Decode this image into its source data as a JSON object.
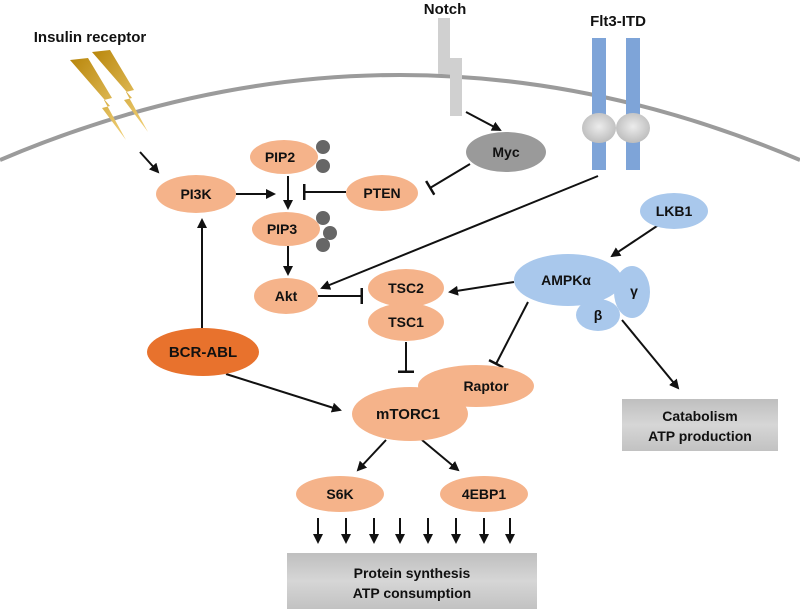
{
  "receptors": {
    "insulin": "Insulin receptor",
    "notch": "Notch",
    "flt3": "Flt3-ITD"
  },
  "nodes": {
    "pi3k": "PI3K",
    "pip2": "PIP2",
    "pip3": "PIP3",
    "pten": "PTEN",
    "myc": "Myc",
    "akt": "Akt",
    "tsc2": "TSC2",
    "tsc1": "TSC1",
    "bcr_abl": "BCR-ABL",
    "mtorc1": "mTORC1",
    "raptor": "Raptor",
    "lkb1": "LKB1",
    "ampk_alpha": "AMPKα",
    "ampk_gamma": "γ",
    "ampk_beta": "β",
    "s6k": "S6K",
    "4ebp1": "4EBP1"
  },
  "outcomes": {
    "catabolism_line1": "Catabolism",
    "catabolism_line2": "ATP production",
    "synthesis_line1": "Protein synthesis",
    "synthesis_line2": "ATP consumption"
  },
  "colors": {
    "node_orange": "#f5b38a",
    "node_dark_orange": "#e8722d",
    "node_blue": "#a9c8ec",
    "node_gray": "#9a9a9a",
    "membrane": "#9b9b9b",
    "flt3_blue": "#7ea4d8",
    "insulin_gold": "#c9a227",
    "box_gray": "#c8c8c8"
  }
}
